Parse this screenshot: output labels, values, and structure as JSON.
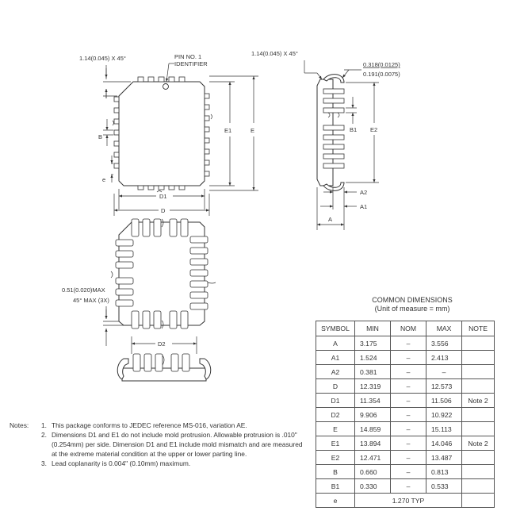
{
  "top_view": {
    "chamfer_label": "1.14(0.045) X 45°",
    "pin_id_label_1": "PIN NO. 1",
    "pin_id_label_2": "IDENTIFIER",
    "dim_e1": "E1",
    "dim_e": "E",
    "dim_b": "B",
    "dim_pitch": "e",
    "dim_d1": "D1",
    "dim_d": "D"
  },
  "side_view": {
    "chamfer_label": "1.14(0.045) X 45°",
    "lead_thickness_max": "0.318(0.0125)",
    "lead_thickness_min": "0.191(0.0075)",
    "dim_b1": "B1",
    "dim_e2": "E2",
    "dim_a2": "A2",
    "dim_a1": "A1",
    "dim_a": "A"
  },
  "bottom_view": {
    "corner_label_1": "0.51(0.020)MAX",
    "corner_label_2": "45° MAX (3X)",
    "dim_d2": "D2"
  },
  "dimensions": {
    "title": "COMMON DIMENSIONS",
    "subtitle": "(Unit of measure = mm)",
    "headers": [
      "SYMBOL",
      "MIN",
      "NOM",
      "MAX",
      "NOTE"
    ],
    "rows": [
      {
        "symbol": "A",
        "min": "3.175",
        "nom": "–",
        "max": "3.556",
        "note": ""
      },
      {
        "symbol": "A1",
        "min": "1.524",
        "nom": "–",
        "max": "2.413",
        "note": ""
      },
      {
        "symbol": "A2",
        "min": "0.381",
        "nom": "–",
        "max": "–",
        "note": ""
      },
      {
        "symbol": "D",
        "min": "12.319",
        "nom": "–",
        "max": "12.573",
        "note": ""
      },
      {
        "symbol": "D1",
        "min": "11.354",
        "nom": "–",
        "max": "11.506",
        "note": "Note 2"
      },
      {
        "symbol": "D2",
        "min": "9.906",
        "nom": "–",
        "max": "10.922",
        "note": ""
      },
      {
        "symbol": "E",
        "min": "14.859",
        "nom": "–",
        "max": "15.113",
        "note": ""
      },
      {
        "symbol": "E1",
        "min": "13.894",
        "nom": "–",
        "max": "14.046",
        "note": "Note 2"
      },
      {
        "symbol": "E2",
        "min": "12.471",
        "nom": "–",
        "max": "13.487",
        "note": ""
      },
      {
        "symbol": "B",
        "min": "0.660",
        "nom": "–",
        "max": "0.813",
        "note": ""
      },
      {
        "symbol": "B1",
        "min": "0.330",
        "nom": "–",
        "max": "0.533",
        "note": ""
      }
    ],
    "last_row": {
      "symbol": "e",
      "typ": "1.270 TYP"
    }
  },
  "notes": {
    "header": "Notes:",
    "items": [
      {
        "num": "1.",
        "text": "This package conforms to JEDEC reference MS-016, variation AE."
      },
      {
        "num": "2.",
        "text": "Dimensions D1 and E1 do not include mold protrusion. Allowable protrusion is .010\"(0.254mm) per side. Dimension D1 and E1 include mold mismatch and are measured at the extreme material condition at the upper or lower parting line."
      },
      {
        "num": "3.",
        "text": "Lead coplanarity is 0.004\" (0.10mm) maximum."
      }
    ]
  }
}
